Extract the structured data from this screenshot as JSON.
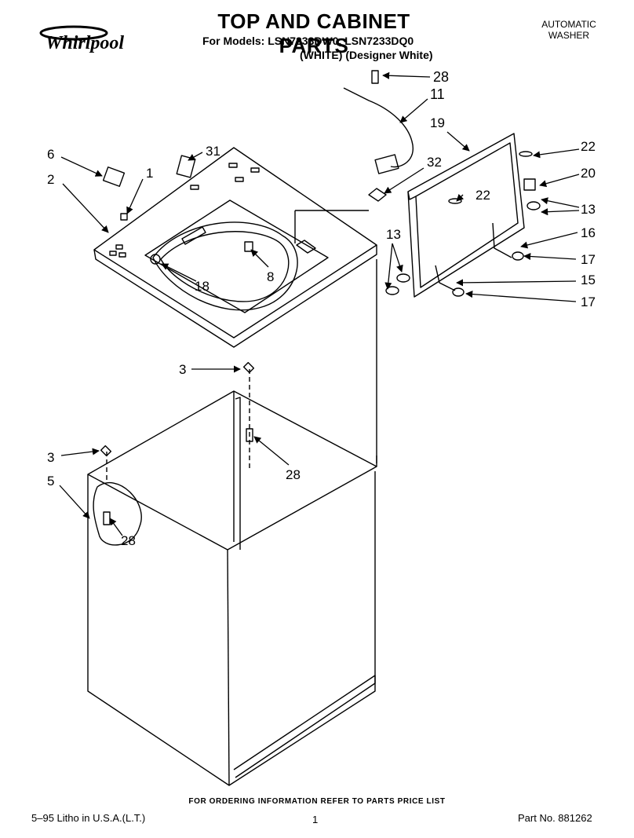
{
  "header": {
    "title": "TOP AND CABINET PARTS",
    "models_line": "For Models: LSN7233DW0, LSN7233DQ0",
    "colors_line": "(WHITE)  (Designer White)",
    "product_line1": "AUTOMATIC",
    "product_line2": "WASHER",
    "brand": "Whirlpool"
  },
  "callouts": {
    "c28a": "28",
    "c11": "11",
    "c19": "19",
    "c6": "6",
    "c31": "31",
    "c1": "1",
    "c2": "2",
    "c32": "32",
    "c22a": "22",
    "c20": "20",
    "c22b": "22",
    "c13a": "13",
    "c16": "16",
    "c17a": "17",
    "c13b": "13",
    "c15": "15",
    "c17b": "17",
    "c8": "8",
    "c18": "18",
    "c3a": "3",
    "c28b": "28",
    "c3b": "3",
    "c5": "5",
    "c28c": "28"
  },
  "footer": {
    "order_note": "FOR ORDERING INFORMATION REFER TO PARTS PRICE LIST",
    "litho": "5–95 Litho in U.S.A.(L.T.)",
    "page": "1",
    "part_no": "Part No. 881262"
  }
}
